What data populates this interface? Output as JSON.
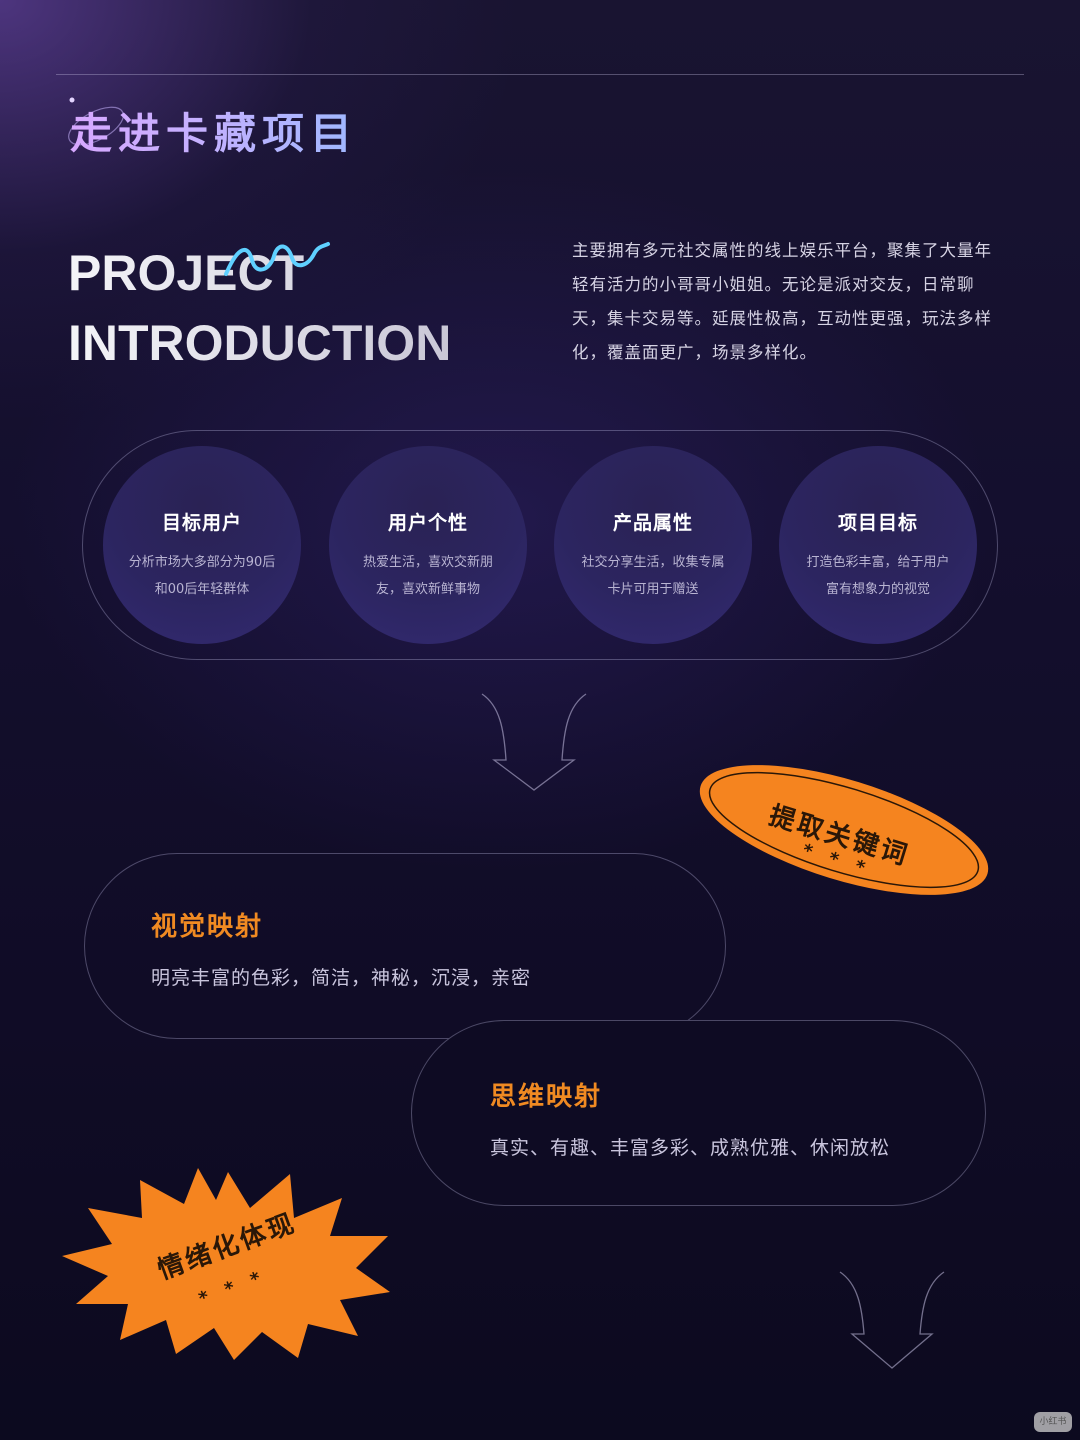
{
  "header": {
    "title": "走进卡藏项目",
    "eng_line1": "PROJECT",
    "eng_line2": "INTRODUCTION"
  },
  "intro": {
    "text": "主要拥有多元社交属性的线上娱乐平台，聚集了大量年轻有活力的小哥哥小姐姐。无论是派对交友，日常聊天，集卡交易等。延展性极高，互动性更强，玩法多样化，覆盖面更广，场景多样化。"
  },
  "cards": [
    {
      "title": "目标用户",
      "desc": "分析市场大多部分为90后和00后年轻群体"
    },
    {
      "title": "用户个性",
      "desc": "热爱生活，喜欢交新朋友，喜欢新鲜事物"
    },
    {
      "title": "产品属性",
      "desc": "社交分享生活，收集专属卡片可用于赠送"
    },
    {
      "title": "项目目标",
      "desc": "打造色彩丰富，给于用户富有想象力的视觉"
    }
  ],
  "badge_keywords": {
    "label": "提取关键词",
    "stars": "***"
  },
  "mappings": [
    {
      "title": "视觉映射",
      "text": "明亮丰富的色彩，简洁，神秘，沉浸，亲密"
    },
    {
      "title": "思维映射",
      "text": "真实、有趣、丰富多彩、成熟优雅、休闲放松"
    }
  ],
  "badge_emotion": {
    "label": "情绪化体现",
    "stars": "***"
  },
  "watermark": "小红书",
  "colors": {
    "accent": "#f5841f",
    "title_gradient_start": "#d7a8ff",
    "title_gradient_end": "#9fb8ff",
    "bg_dark": "#100c26"
  }
}
